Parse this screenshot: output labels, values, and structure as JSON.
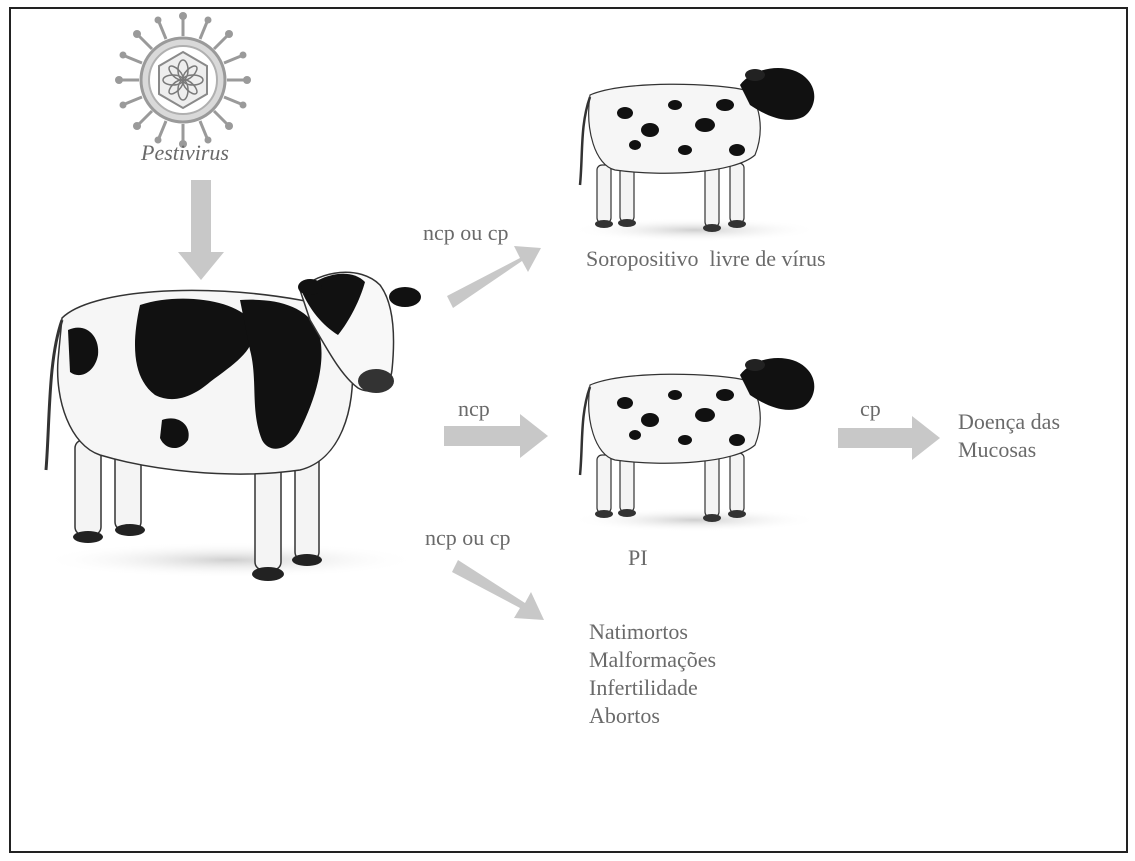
{
  "virus": {
    "name": "Pestivirus",
    "icon": "virus-icon"
  },
  "arrows": {
    "top": "ncp ou cp",
    "middle": "ncp",
    "bottom": "ncp ou cp",
    "right": "cp"
  },
  "outcomes": {
    "seropositive": "Soropositivo  livre de vírus",
    "pi": "PI",
    "mucosal_disease": [
      "Doença das",
      "Mucosas"
    ],
    "reproductive": [
      "Natimortos",
      "Malformações",
      "Infertilidade",
      "Abortos"
    ]
  },
  "colors": {
    "arrow": "#c8c8c8",
    "text": "#6a6a6a",
    "frame": "#222222"
  }
}
